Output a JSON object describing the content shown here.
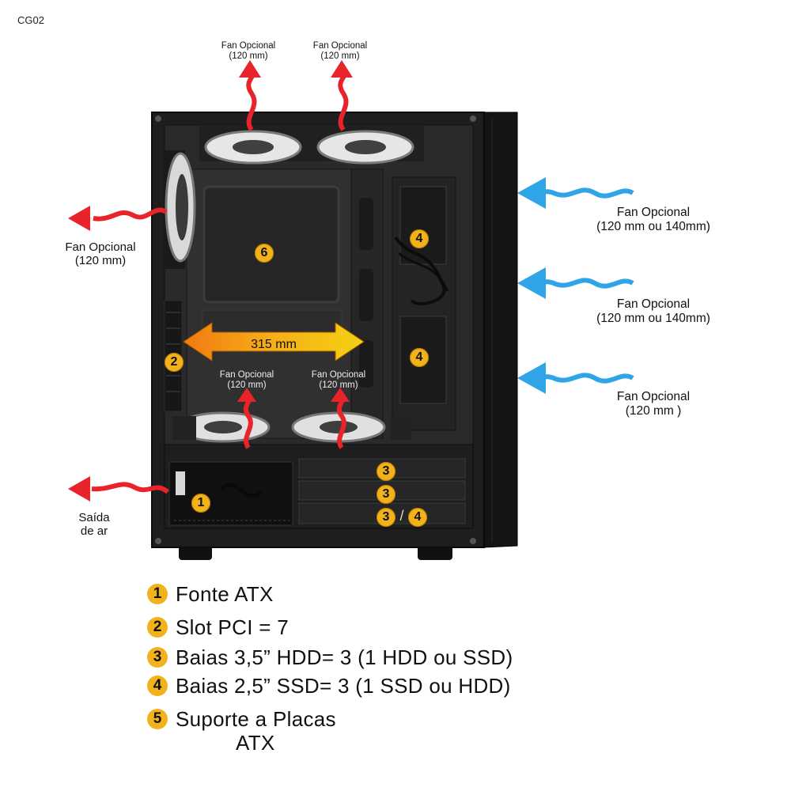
{
  "model_code": "CG02",
  "labels": {
    "top_fan_left": [
      "Fan Opcional",
      "(120 mm)"
    ],
    "top_fan_right": [
      "Fan Opcional",
      "(120 mm)"
    ],
    "rear_fan": [
      "Fan Opcional",
      "(120 mm)"
    ],
    "front_fan_1": [
      "Fan Opcional",
      "(120 mm ou 140mm)"
    ],
    "front_fan_2": [
      "Fan Opcional",
      "(120 mm ou 140mm)"
    ],
    "front_fan_3": [
      "Fan Opcional",
      "(120 mm )"
    ],
    "bottom_fan_left": [
      "Fan Opcional",
      "(120 mm)"
    ],
    "bottom_fan_right": [
      "Fan Opcional",
      "(120 mm)"
    ],
    "air_exit": [
      "Saída",
      "de ar"
    ],
    "gpu_length": "315 mm"
  },
  "badges": {
    "psu": "1",
    "pci": "2",
    "hdd1": "3",
    "hdd2": "3",
    "hdd3": "3",
    "slash": "/",
    "hdd3_ssd": "4",
    "ssd_top": "4",
    "ssd_mid": "4",
    "mobo": "6"
  },
  "legend": [
    {
      "num": "1",
      "text": "Fonte ATX"
    },
    {
      "num": "2",
      "text": "Slot PCI = 7"
    },
    {
      "num": "3",
      "text": "Baias 3,5” HDD= 3 (1 HDD ou SSD)"
    },
    {
      "num": "4",
      "text": "Baias 2,5” SSD= 3 (1 SSD ou HDD)"
    },
    {
      "num": "5",
      "text": "Suporte a Placas",
      "text2": "ATX"
    }
  ],
  "colors": {
    "hot_arrow": "#e8232a",
    "cool_arrow": "#2fa4e6",
    "badge": "#f2b21b",
    "case_body": "#1c1c1c",
    "measure_arrow": "#f5b800"
  }
}
